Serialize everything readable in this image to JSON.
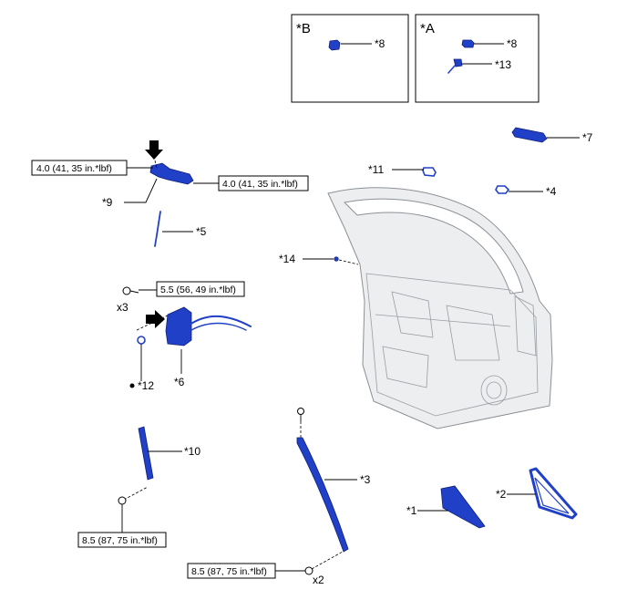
{
  "insets": {
    "b": {
      "tag": "*B",
      "part": "*8"
    },
    "a": {
      "tag": "*A",
      "part_upper": "*8",
      "part_lower": "*13"
    }
  },
  "parts": {
    "p1": "*1",
    "p2": "*2",
    "p3": "*3",
    "p4": "*4",
    "p5": "*5",
    "p6": "*6",
    "p7": "*7",
    "p9": "*9",
    "p10": "*10",
    "p11": "*11",
    "p12": "*12",
    "p14": "*14"
  },
  "torques": {
    "t_handle_left": "4.0 (41, 35 in.*lbf)",
    "t_handle_right": "4.0 (41, 35 in.*lbf)",
    "t_lock": "5.5 (56, 49 in.*lbf)",
    "t_rear_sash": "8.5 (87, 75 in.*lbf)",
    "t_front_sash": "8.5 (87, 75 in.*lbf)"
  },
  "quantities": {
    "lock_bolts": "x3",
    "sash_bolts": "x2"
  },
  "colors": {
    "part_fill": "#2140c8",
    "part_stroke": "#0f1f78",
    "door_fill": "#eceeef",
    "door_stroke": "#8c9096"
  },
  "icons": {
    "arrow": "arrow-icon",
    "bolt": "bolt-icon",
    "grease_dot": "grease-dot-icon"
  }
}
